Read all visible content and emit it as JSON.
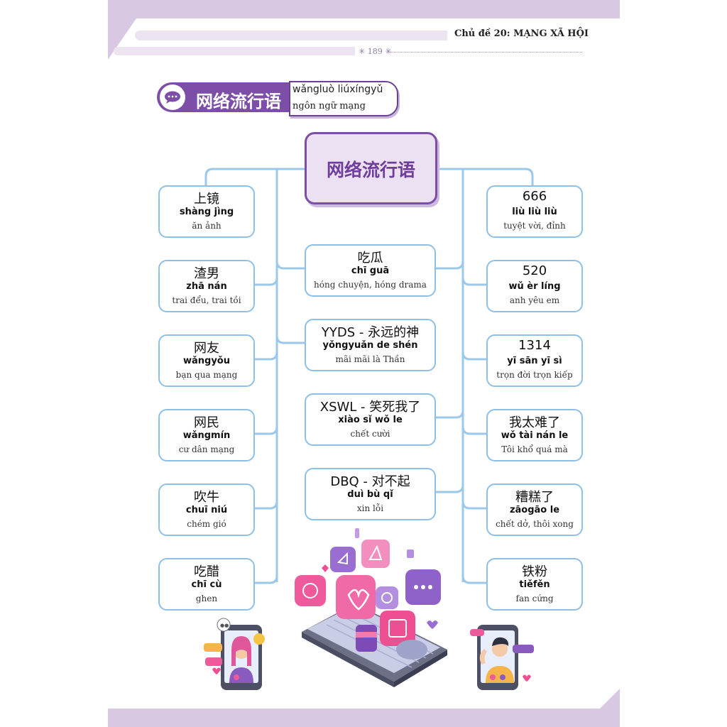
{
  "header": {
    "chapter": "Chủ đề 20: MẠNG XÃ HỘI",
    "page_number": "189"
  },
  "title_banner": {
    "hanzi": "网络流行语",
    "pinyin": "wǎngluò liúxíngyǔ",
    "vietnamese": "ngôn ngữ mạng",
    "icon": "chat-bubble-icon"
  },
  "center": {
    "label": "网络流行语"
  },
  "left_cards": [
    {
      "hanzi": "上镜",
      "pinyin": "shàng jìng",
      "vietnamese": "ăn ảnh"
    },
    {
      "hanzi": "渣男",
      "pinyin": "zhā nán",
      "vietnamese": "trai đểu, trai tồi"
    },
    {
      "hanzi": "网友",
      "pinyin": "wǎngyǒu",
      "vietnamese": "bạn qua mạng"
    },
    {
      "hanzi": "网民",
      "pinyin": "wǎngmín",
      "vietnamese": "cư dân mạng"
    },
    {
      "hanzi": "吹牛",
      "pinyin": "chuī niú",
      "vietnamese": "chém gió"
    },
    {
      "hanzi": "吃醋",
      "pinyin": "chī cù",
      "vietnamese": "ghen"
    }
  ],
  "middle_cards": [
    {
      "hanzi": "吃瓜",
      "pinyin": "chī guā",
      "vietnamese": "hóng chuyện, hóng drama"
    },
    {
      "hanzi": "YYDS - 永远的神",
      "pinyin": "yǒngyuǎn de shén",
      "vietnamese": "mãi mãi là Thần"
    },
    {
      "hanzi": "XSWL - 笑死我了",
      "pinyin": "xiào sǐ wǒ le",
      "vietnamese": "chết cười"
    },
    {
      "hanzi": "DBQ - 对不起",
      "pinyin": "duì bù qǐ",
      "vietnamese": "xin lỗi"
    }
  ],
  "right_cards": [
    {
      "hanzi": "666",
      "pinyin": "liù liù liù",
      "vietnamese": "tuyệt vời, đỉnh"
    },
    {
      "hanzi": "520",
      "pinyin": "wǔ èr líng",
      "vietnamese": "anh yêu em"
    },
    {
      "hanzi": "1314",
      "pinyin": "yī sān yī sì",
      "vietnamese": "trọn đời trọn kiếp"
    },
    {
      "hanzi": "我太难了",
      "pinyin": "wǒ tài nán le",
      "vietnamese": "Tôi khổ quá mà"
    },
    {
      "hanzi": "糟糕了",
      "pinyin": "zāogāo le",
      "vietnamese": "chết dở, thôi xong"
    },
    {
      "hanzi": "铁粉",
      "pinyin": "tiěfěn",
      "vietnamese": "fan cứng"
    }
  ],
  "colors": {
    "brand_purple": "#7d4ea8",
    "light_purple": "#d9c8e2",
    "card_border": "#8ec0e6",
    "connector": "#9cc8ea"
  },
  "illustrations": [
    "social-media-phone-icon",
    "girl-on-phone-icon",
    "boy-on-phone-icon"
  ]
}
